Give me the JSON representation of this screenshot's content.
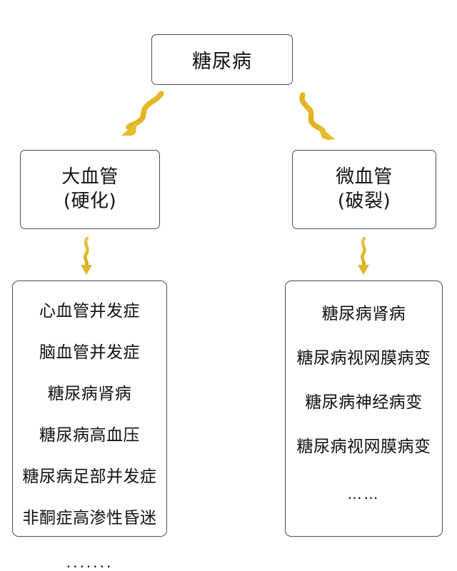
{
  "diagram": {
    "type": "flowchart",
    "title_node": "糖尿病",
    "accent_color": "#e3b829",
    "box_border_color": "#4d4d52",
    "background_color": "#ffffff",
    "text_color": "#111111"
  },
  "root": {
    "label": "糖尿病"
  },
  "branches": {
    "left": {
      "title_line1": "大血管",
      "title_line2": "(硬化)",
      "complications": [
        "心血管并发症",
        "脑血管并发症",
        "糖尿病肾病",
        "糖尿病高血压",
        "糖尿病足部并发症",
        "非酮症高渗性昏迷"
      ],
      "more": "......."
    },
    "right": {
      "title_line1": "微血管",
      "title_line2": "(破裂)",
      "complications": [
        "糖尿病肾病",
        "糖尿病视网膜病变",
        "糖尿病神经病变",
        "糖尿病视网膜病变"
      ],
      "more": "……"
    }
  },
  "connectors": [
    {
      "name": "root-to-left-branch",
      "style": "wavy-arrow",
      "direction": "down-left",
      "color": "#e3b829"
    },
    {
      "name": "root-to-right-branch",
      "style": "wavy-arrow",
      "direction": "down-right",
      "color": "#e3b829"
    },
    {
      "name": "left-branch-to-left-list",
      "style": "wavy-arrow",
      "direction": "down",
      "color": "#e3b829"
    },
    {
      "name": "right-branch-to-right-list",
      "style": "wavy-arrow",
      "direction": "down",
      "color": "#e3b829"
    }
  ]
}
